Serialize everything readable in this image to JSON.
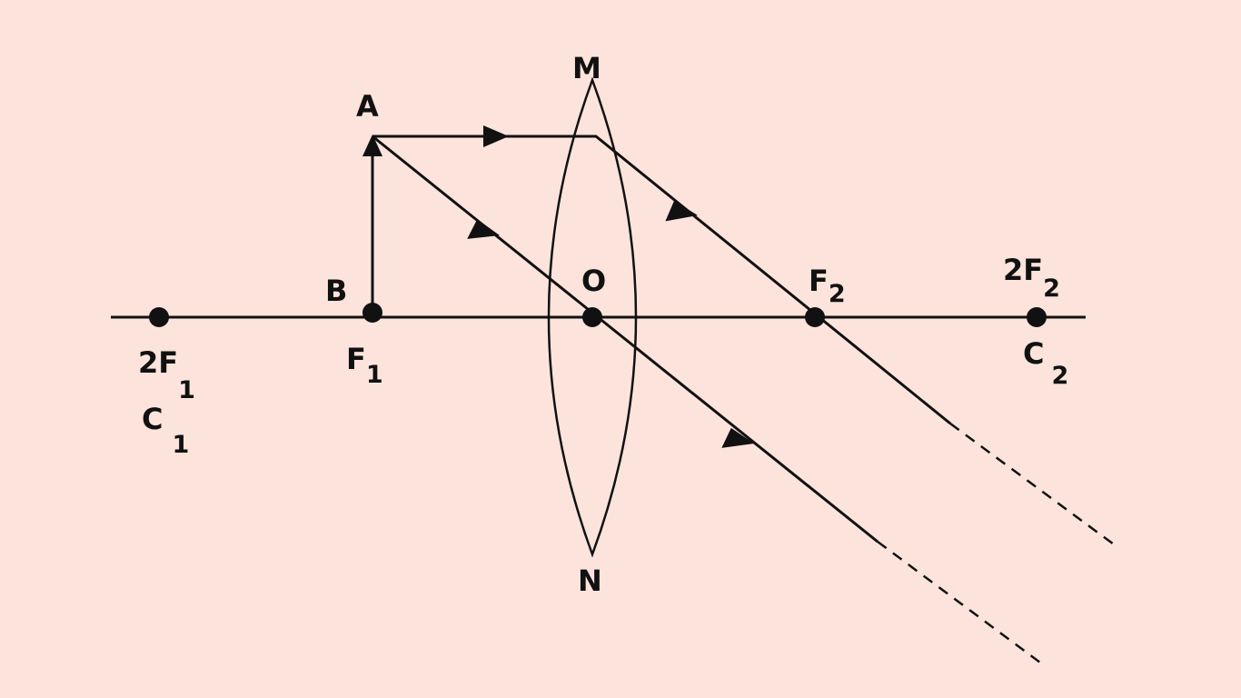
{
  "colors": {
    "background": "#fce4dc",
    "ink": "#111111"
  },
  "labels": {
    "A": "A",
    "B": "B",
    "M": "M",
    "N": "N",
    "O": "O",
    "F1": {
      "base": "F",
      "sub": "1"
    },
    "F2": {
      "base": "F",
      "sub": "2"
    },
    "twoF1": {
      "base": "2F",
      "sub": "1"
    },
    "C1": {
      "base": "C",
      "sub": "1"
    },
    "twoF2": {
      "base": "2F",
      "sub": "2"
    },
    "C2": {
      "base": "C",
      "sub": "2"
    }
  }
}
